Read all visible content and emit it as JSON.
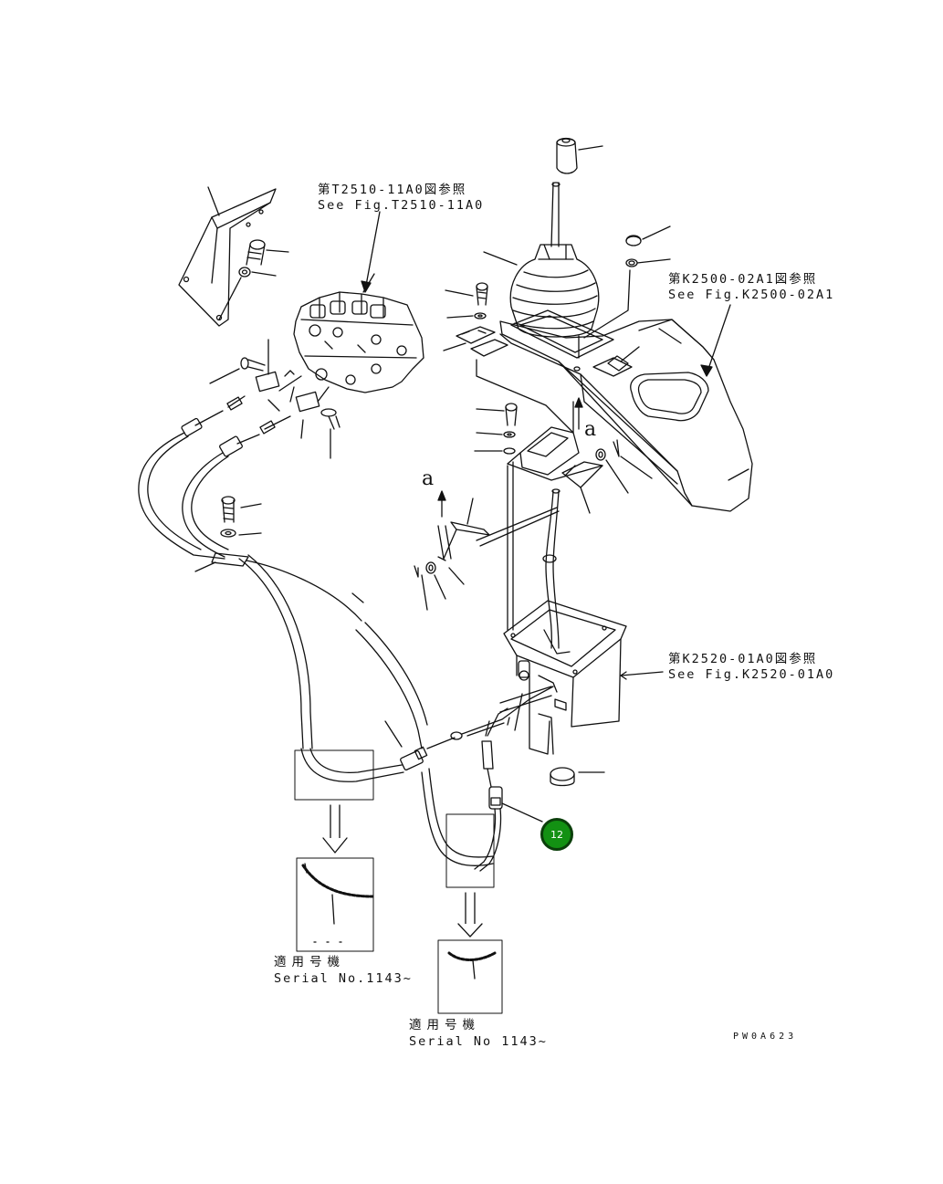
{
  "refs": {
    "valve": {
      "jp": "第T2510-11A0図参照",
      "en": "See Fig.T2510-11A0"
    },
    "cover": {
      "jp": "第K2500-02A1図参照",
      "en": "See Fig.K2500-02A1"
    },
    "lever_box": {
      "jp": "第K2520-01A0図参照",
      "en": "See Fig.K2520-01A0"
    }
  },
  "serial_left": {
    "jp": "適用号機",
    "en": "Serial No.1143~"
  },
  "serial_right": {
    "jp": "適用号機",
    "en": "Serial No 1143~"
  },
  "callout_number": "12",
  "reference_marks": {
    "left": "a",
    "right": "a"
  },
  "drawing_code": "PW0A623",
  "colors": {
    "callout_fill": "#139113",
    "callout_border": "#0b3f0b",
    "line": "#111111"
  }
}
